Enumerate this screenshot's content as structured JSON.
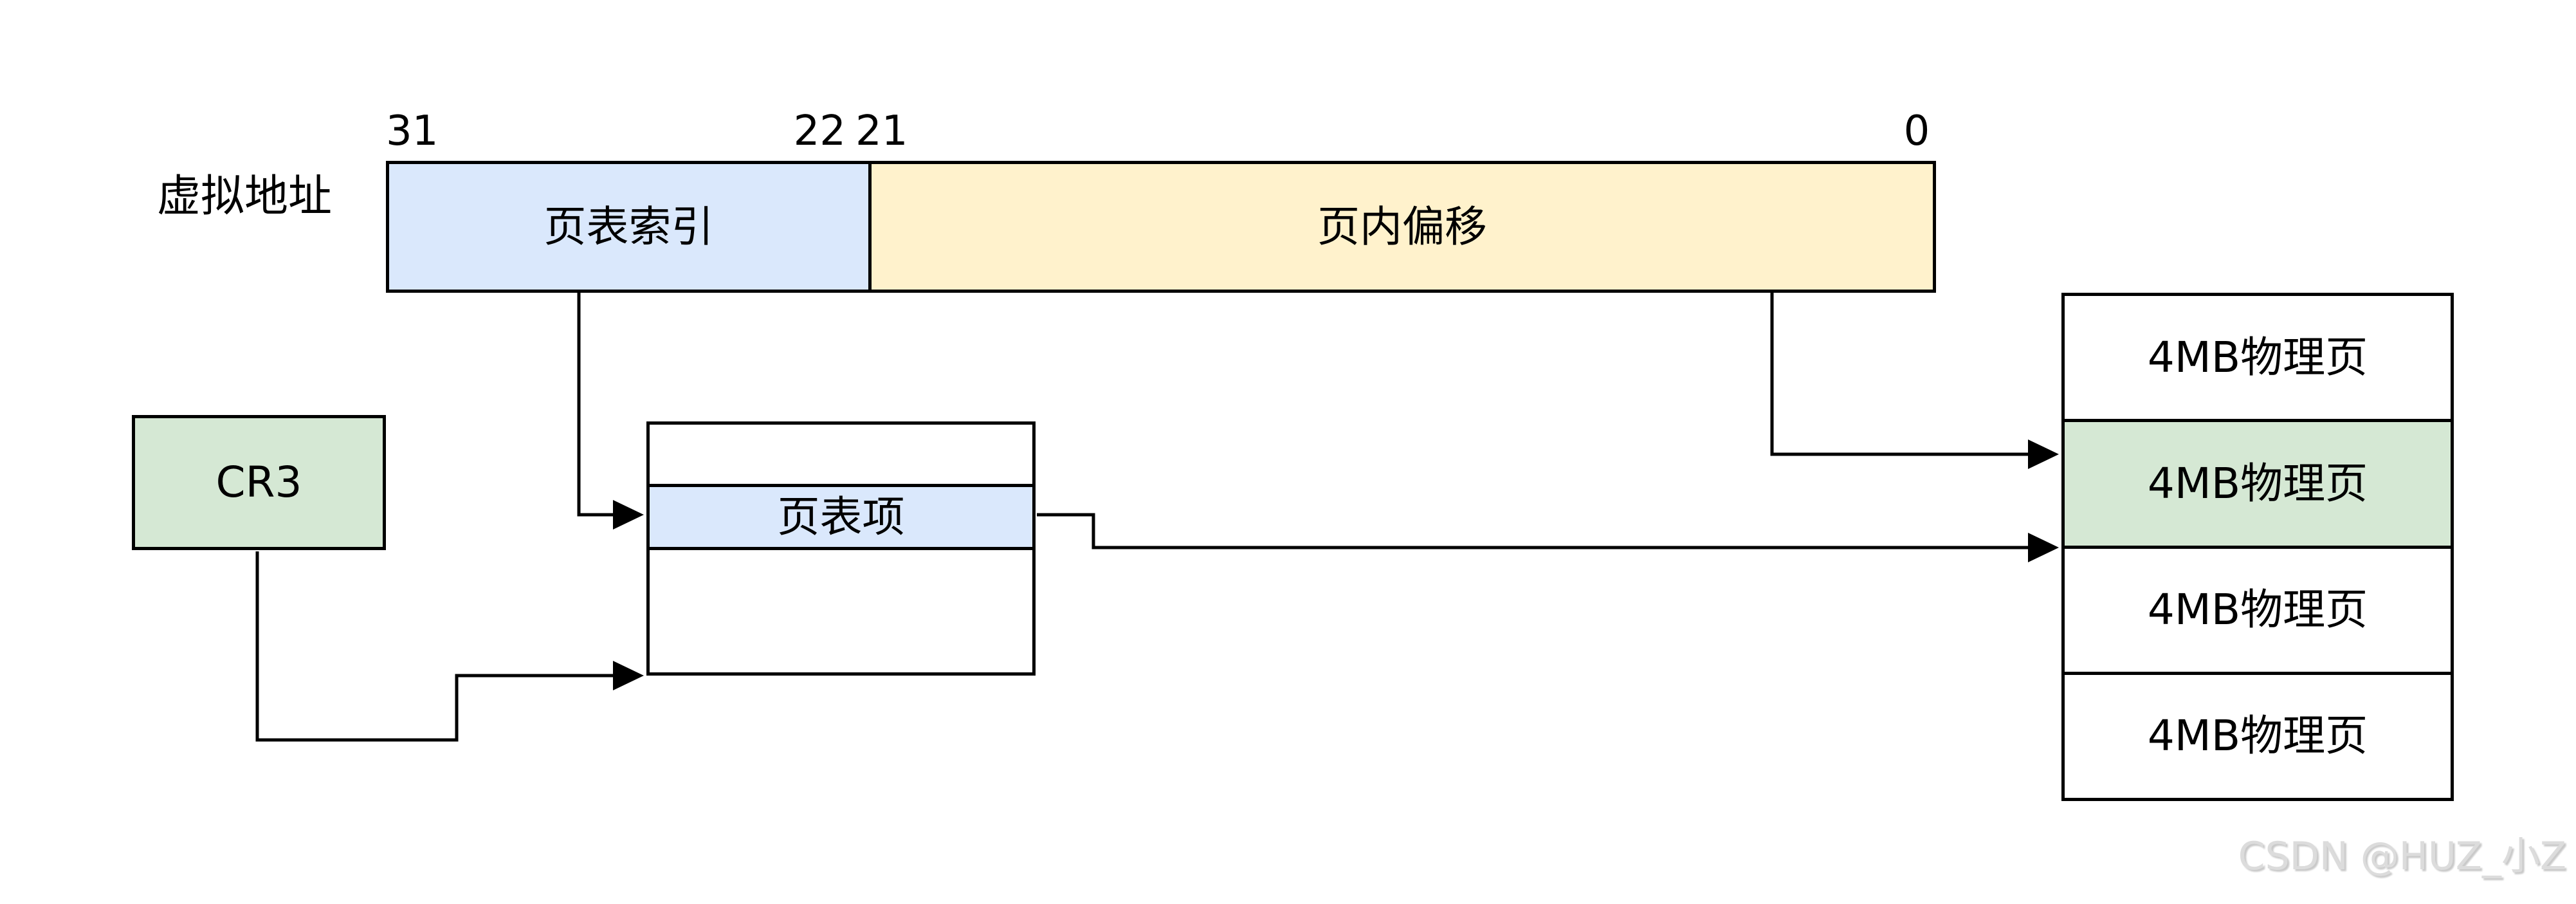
{
  "virtual_address": {
    "label": "虚拟地址",
    "bit_labels": [
      "31",
      "22",
      "21",
      "0"
    ],
    "fields": [
      {
        "name": "page_table_index",
        "label": "页表索引",
        "color": "#DAE8FC"
      },
      {
        "name": "page_offset",
        "label": "页内偏移",
        "color": "#FFF2CC"
      }
    ]
  },
  "cr3": {
    "label": "CR3",
    "color": "#D5E8D4"
  },
  "page_table": {
    "entry": {
      "label": "页表项",
      "color": "#DAE8FC"
    },
    "row_count": 3
  },
  "physical_pages": {
    "highlight_color": "#D5E8D4",
    "pages": [
      {
        "label": "4MB物理页",
        "highlighted": false
      },
      {
        "label": "4MB物理页",
        "highlighted": true
      },
      {
        "label": "4MB物理页",
        "highlighted": false
      },
      {
        "label": "4MB物理页",
        "highlighted": false
      }
    ]
  },
  "colors": {
    "border": "#000000",
    "background": "#FFFFFF",
    "watermark": "#DCDCDC"
  },
  "watermark": {
    "text": "CSDN @HUZ_小Z"
  }
}
